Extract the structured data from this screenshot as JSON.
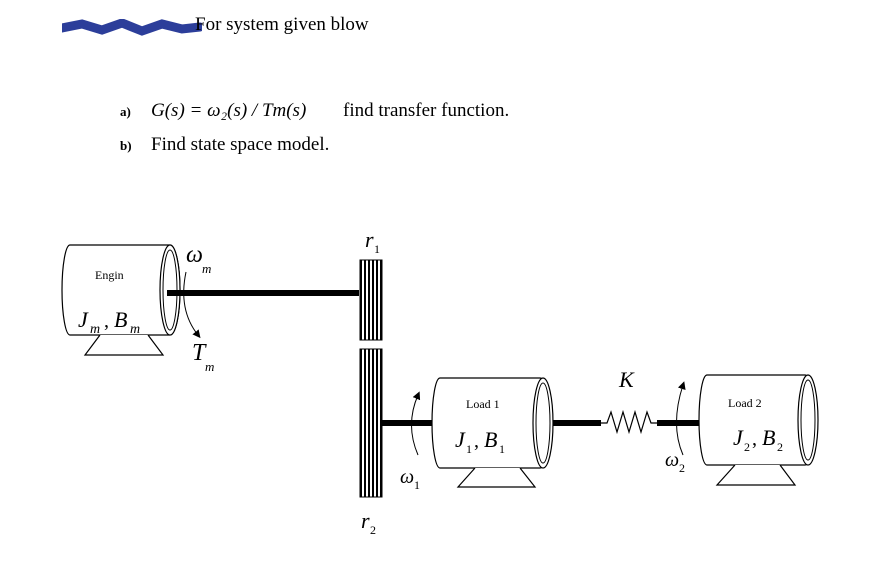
{
  "header": {
    "title": "For system given blow"
  },
  "questions": [
    {
      "marker": "a)",
      "math": "G(s) = ω₂(s) / Tm(s)",
      "text": "find transfer function."
    },
    {
      "marker": "b)",
      "text": "Find state space model."
    }
  ],
  "diagram": {
    "engine_label": "Engin",
    "engine_params_J": "J",
    "engine_params_Jsub": "m",
    "engine_params_B": "B",
    "engine_params_Bsub": "m",
    "omega_m": "ω",
    "omega_m_sub": "m",
    "torque": "T",
    "torque_sub": "m",
    "r1": "r",
    "r1_sub": "1",
    "r2": "r",
    "r2_sub": "2",
    "omega1": "ω",
    "omega1_sub": "1",
    "load1_label": "Load 1",
    "load1_J": "J",
    "load1_Jsub": "1",
    "load1_B": "B",
    "load1_Bsub": "1",
    "spring": "K",
    "omega2": "ω",
    "omega2_sub": "2",
    "load2_label": "Load 2",
    "load2_J": "J",
    "load2_Jsub": "2",
    "load2_B": "B",
    "load2_Bsub": "2"
  }
}
